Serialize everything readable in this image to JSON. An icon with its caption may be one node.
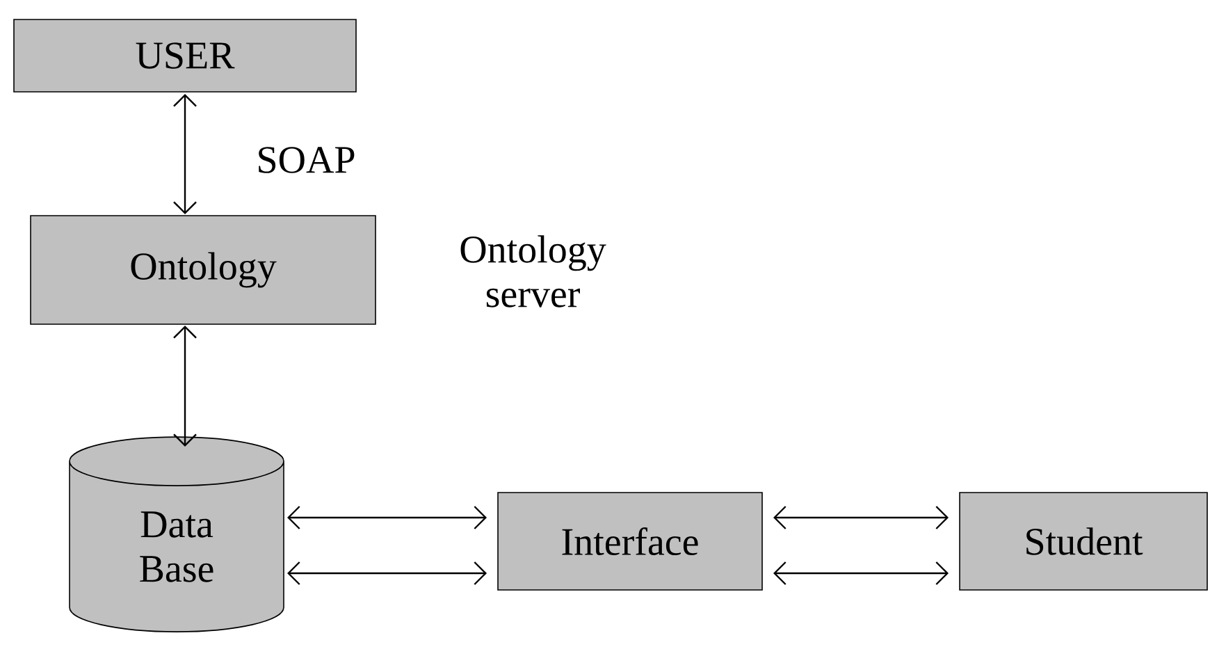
{
  "diagram": {
    "nodes": [
      {
        "text": [
          "USER"
        ]
      },
      {
        "text": [
          "Ontology"
        ]
      },
      {
        "text": [
          "Data Base"
        ]
      },
      {
        "text": [
          "Interface"
        ]
      },
      {
        "text": [
          "Student"
        ]
      }
    ],
    "edges": [
      {
        "from": 0,
        "to": 1,
        "arrow": "both"
      },
      {
        "from": 1,
        "to": 2,
        "arrow": "both"
      },
      {
        "from": 2,
        "to": 3,
        "arrow": "both"
      },
      {
        "from": 2,
        "to": 3,
        "arrow": "both"
      },
      {
        "from": 3,
        "to": 4,
        "arrow": "both"
      },
      {
        "from": 3,
        "to": 4,
        "arrow": "both"
      }
    ],
    "labels": [
      "SOAP",
      "Ontology server"
    ]
  }
}
